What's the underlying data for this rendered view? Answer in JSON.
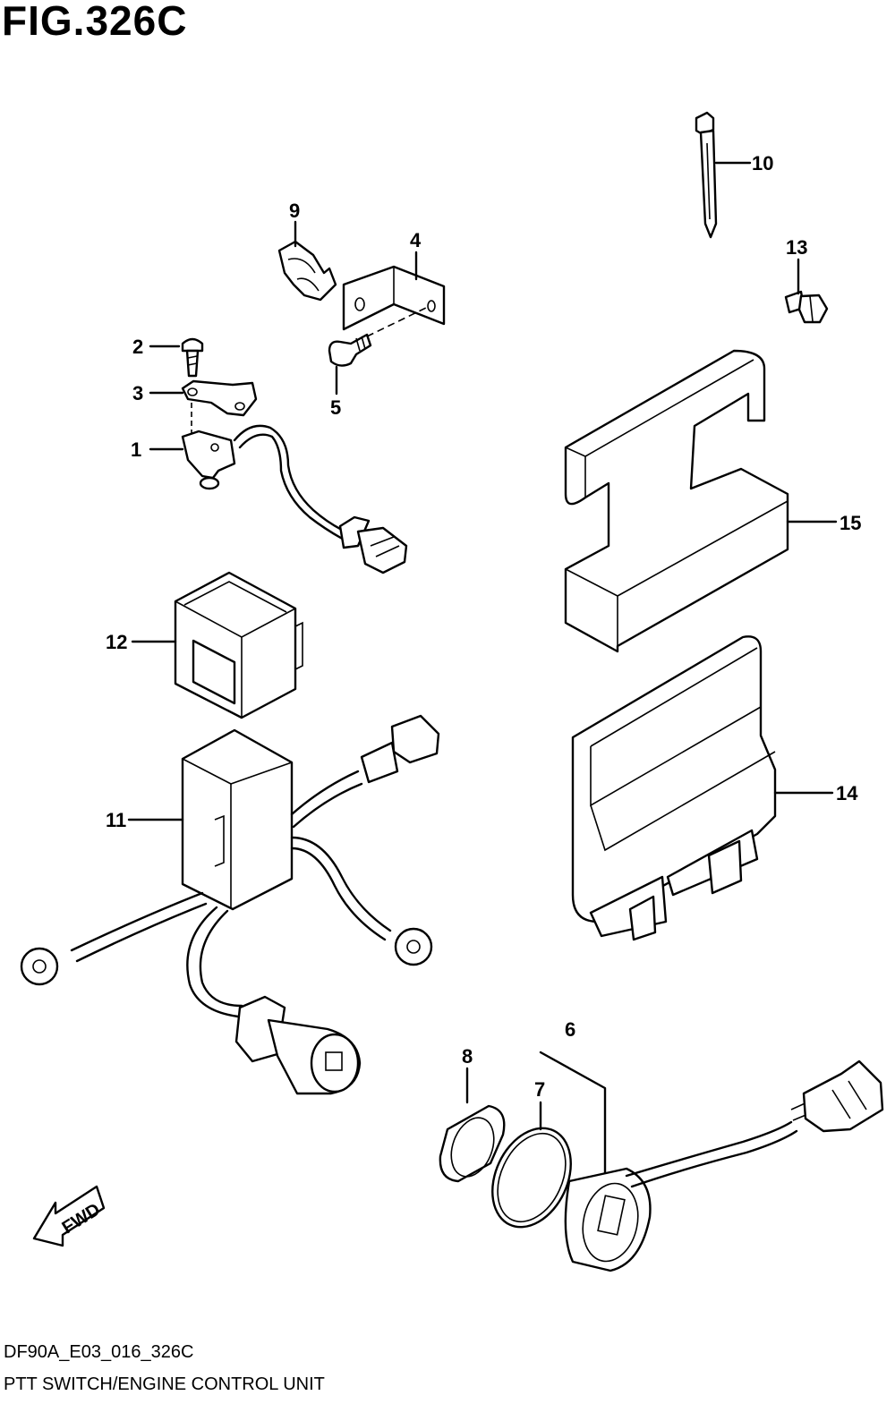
{
  "figure": {
    "title": "FIG.326C",
    "code": "DF90A_E03_016_326C",
    "caption": "PTT SWITCH/ENGINE CONTROL UNIT"
  },
  "fwd_label": "FWD",
  "callouts": [
    "1",
    "2",
    "3",
    "4",
    "5",
    "6",
    "7",
    "8",
    "9",
    "10",
    "11",
    "12",
    "13",
    "14",
    "15"
  ]
}
